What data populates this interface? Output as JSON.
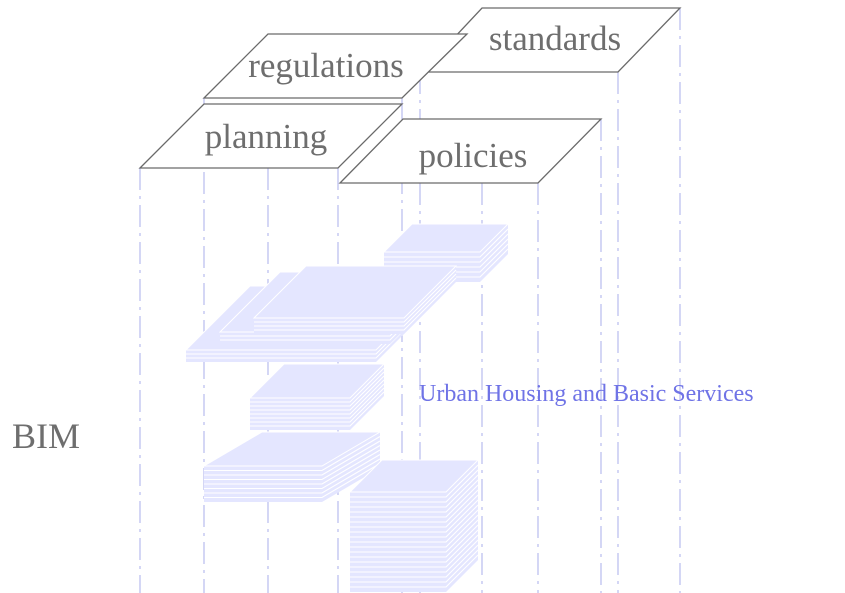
{
  "labels": {
    "standards": "standards",
    "regulations": "regulations",
    "planning": "planning",
    "policies": "policies",
    "bim": "BIM",
    "caption": "Urban Housing and Basic Services"
  },
  "colors": {
    "plane_stroke": "#6a6a6a",
    "plane_text": "#6e6e6e",
    "dash_line": "#b8bcee",
    "block_fill": "#e4e6ff",
    "block_line": "#ffffff",
    "caption": "#6f73e6"
  }
}
